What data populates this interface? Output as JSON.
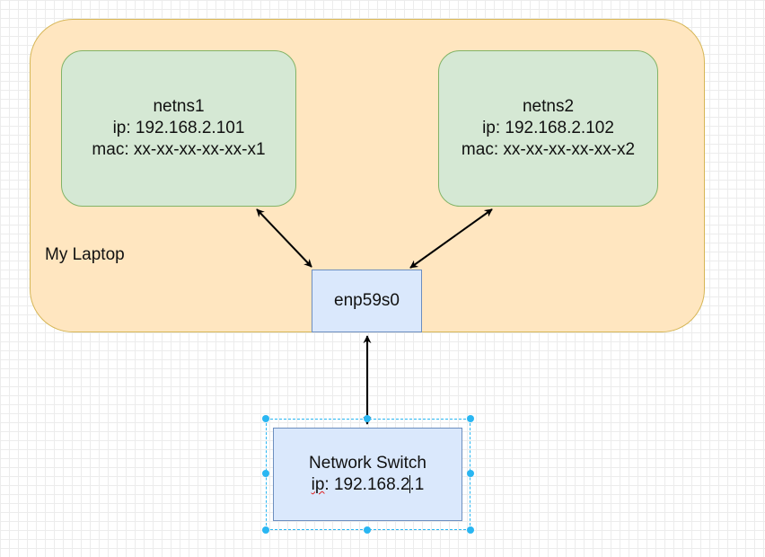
{
  "laptop": {
    "label": "My Laptop"
  },
  "netns1": {
    "name": "netns1",
    "ip": "ip: 192.168.2.101",
    "mac": "mac: xx-xx-xx-xx-xx-x1"
  },
  "netns2": {
    "name": "netns2",
    "ip": "ip: 192.168.2.102",
    "mac": "mac: xx-xx-xx-xx-xx-x2"
  },
  "interface": {
    "label": "enp59s0"
  },
  "switch": {
    "name": "Network Switch",
    "ip_prefix": "ip",
    "ip_before_caret": ": 192.168.2",
    "ip_after_caret": ".1"
  },
  "colors": {
    "laptop_fill": "#ffe6c0",
    "laptop_stroke": "#d6b656",
    "netns_fill": "#d5e8d4",
    "netns_stroke": "#82b366",
    "node_fill": "#dae8fc",
    "node_stroke": "#6c8ebf",
    "selection": "#29b6f2"
  }
}
